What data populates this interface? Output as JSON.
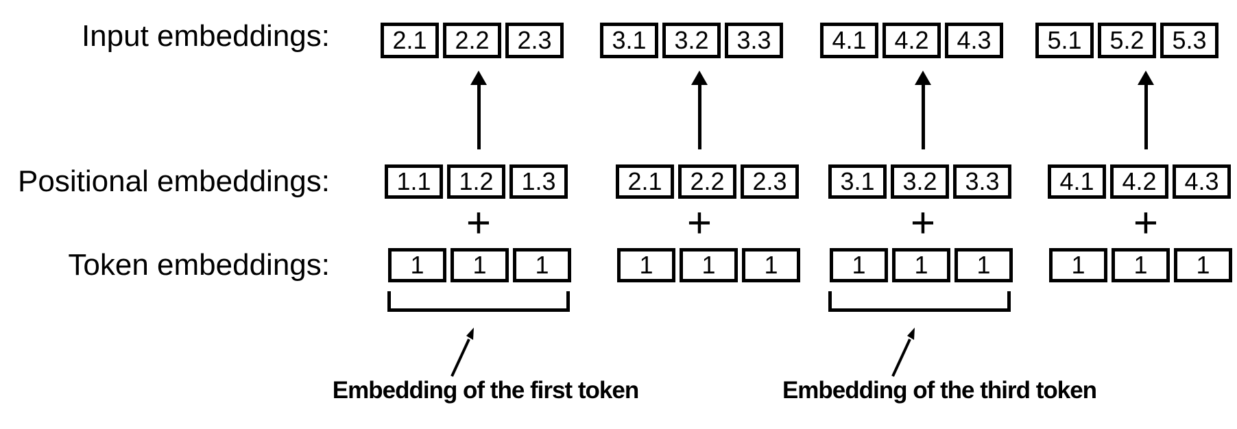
{
  "figure": {
    "rows": [
      {
        "label": "Input embeddings:",
        "groups": [
          [
            "2.1",
            "2.2",
            "2.3"
          ],
          [
            "3.1",
            "3.2",
            "3.3"
          ],
          [
            "4.1",
            "4.2",
            "4.3"
          ],
          [
            "5.1",
            "5.2",
            "5.3"
          ]
        ]
      },
      {
        "label": "Positional embeddings:",
        "groups": [
          [
            "1.1",
            "1.2",
            "1.3"
          ],
          [
            "2.1",
            "2.2",
            "2.3"
          ],
          [
            "3.1",
            "3.2",
            "3.3"
          ],
          [
            "4.1",
            "4.2",
            "4.3"
          ]
        ]
      },
      {
        "label": "Token embeddings:",
        "groups": [
          [
            "1",
            "1",
            "1"
          ],
          [
            "1",
            "1",
            "1"
          ],
          [
            "1",
            "1",
            "1"
          ],
          [
            "1",
            "1",
            "1"
          ]
        ]
      }
    ],
    "operator": "+",
    "annotations": [
      "Embedding of the first token",
      "Embedding of the third token"
    ],
    "colors": {
      "ink": "#000000",
      "background": "#ffffff"
    }
  }
}
